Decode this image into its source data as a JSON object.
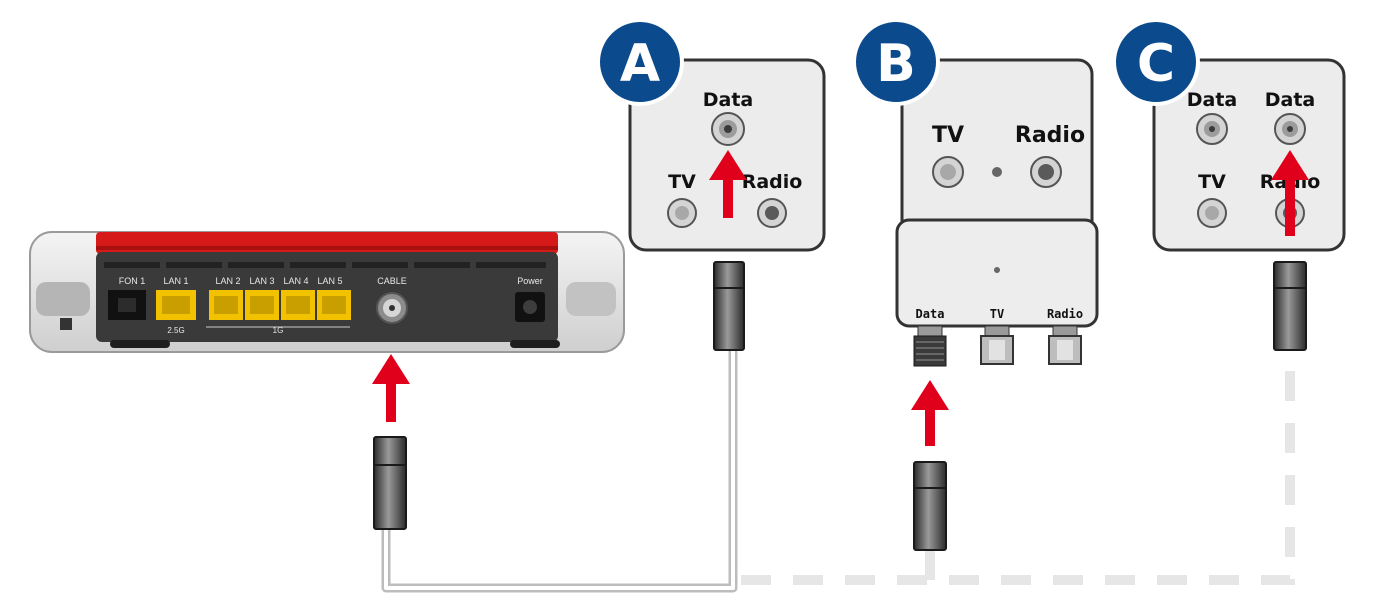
{
  "router": {
    "ports": {
      "fon1": "FON 1",
      "lan1": "LAN 1",
      "lan2": "LAN 2",
      "lan3": "LAN 3",
      "lan4": "LAN 4",
      "lan5": "LAN 5",
      "cable": "CABLE",
      "power": "Power"
    },
    "speed_labels": {
      "lan1": "2.5G",
      "lan_group": "1G"
    }
  },
  "sockets": {
    "a": {
      "badge": "A",
      "data": "Data",
      "tv": "TV",
      "radio": "Radio"
    },
    "b": {
      "badge": "B",
      "tv": "TV",
      "radio": "Radio",
      "adapter_data": "Data",
      "adapter_tv": "TV",
      "adapter_radio": "Radio"
    },
    "c": {
      "badge": "C",
      "data_left": "Data",
      "data_right": "Data",
      "tv": "TV",
      "radio": "Radio"
    }
  },
  "colors": {
    "badge_blue": "#0b4a8c",
    "arrow_red": "#e0001b",
    "router_red": "#d61a1a",
    "lan_yellow": "#f2c200",
    "cable_gray": "#c8c8c8"
  }
}
